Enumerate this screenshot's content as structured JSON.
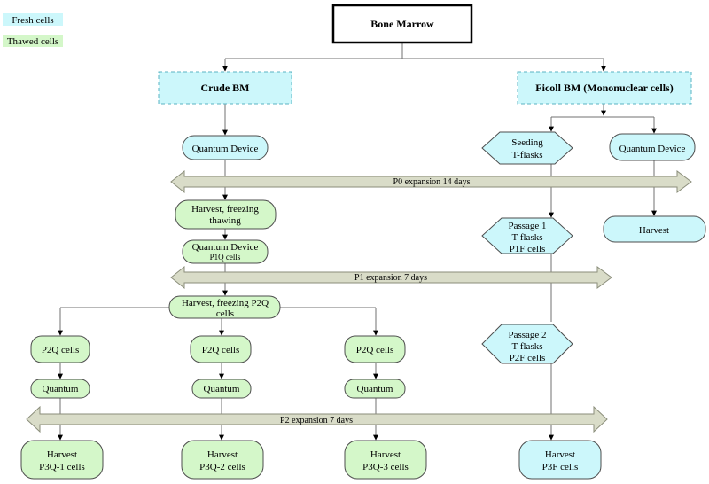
{
  "colors": {
    "fresh": "#ccf7fb",
    "thawed": "#d4f7c9",
    "band": "#d9dcc8",
    "line": "#707070",
    "border": "#4d4d4d"
  },
  "legend": {
    "fresh": "Fresh cells",
    "thawed": "Thawed cells"
  },
  "nodes": {
    "bone_marrow": "Bone Marrow",
    "crude_bm": "Crude BM",
    "ficoll_bm": "Ficoll BM (Mononuclear cells)",
    "quantum_device_left": "Quantum Device",
    "seeding_1": "Seeding",
    "seeding_2": "T-flasks",
    "quantum_device_right": "Quantum Device",
    "harvest_freeze_1": "Harvest, freezing",
    "harvest_freeze_2": "thawing",
    "quantum_p1q_1": "Quantum Device",
    "quantum_p1q_2": "P1Q cells",
    "passage1_1": "Passage 1",
    "passage1_2": "T-flasks",
    "passage1_3": "P1F cells",
    "harvest_right": "Harvest",
    "harvest_p2q_1": "Harvest, freezing P2Q",
    "harvest_p2q_2": "cells",
    "p2q_a": "P2Q cells",
    "p2q_b": "P2Q cells",
    "p2q_c": "P2Q cells",
    "passage2_1": "Passage 2",
    "passage2_2": "T-flasks",
    "passage2_3": "P2F cells",
    "quantum_a": "Quantum",
    "quantum_b": "Quantum",
    "quantum_c": "Quantum",
    "harvest_a_1": "Harvest",
    "harvest_a_2": "P3Q-1 cells",
    "harvest_b_1": "Harvest",
    "harvest_b_2": "P3Q-2 cells",
    "harvest_c_1": "Harvest",
    "harvest_c_2": "P3Q-3 cells",
    "harvest_f_1": "Harvest",
    "harvest_f_2": "P3F cells"
  },
  "bands": {
    "p0": "P0 expansion 14 days",
    "p1": "P1 expansion 7 days",
    "p2": "P2 expansion 7 days"
  }
}
